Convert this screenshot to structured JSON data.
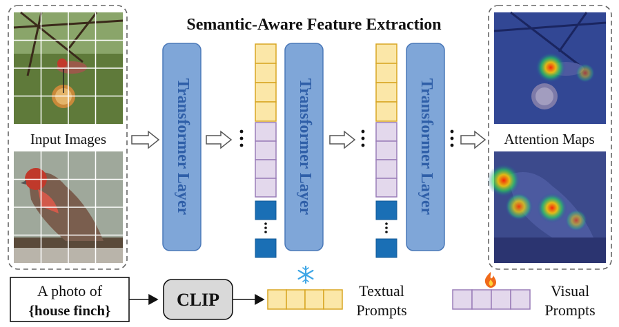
{
  "title": "Semantic-Aware Feature Extraction",
  "input_images_label": "Input Images",
  "attention_maps_label": "Attention Maps",
  "transformer_label": "Transformer Layer",
  "prompt_text": {
    "line1": "A photo of",
    "line2": "{house finch}"
  },
  "clip_label": "CLIP",
  "textual_prompts": {
    "line1": "Textual",
    "line2": "Prompts",
    "status_icon": "snowflake-icon"
  },
  "visual_prompts": {
    "line1": "Visual",
    "line2": "Prompts",
    "status_icon": "fire-icon"
  },
  "colors": {
    "transformer_fill": "#7fa6d8",
    "transformer_stroke": "#4a78b8",
    "transformer_text": "#2f5fa8",
    "textual_token_fill": "#fbe7a8",
    "textual_token_stroke": "#d8a623",
    "visual_token_fill": "#e3d8ec",
    "visual_token_stroke": "#9a7db8",
    "patch_token_fill": "#1a6fb5",
    "clip_fill": "#d9d9d9"
  }
}
